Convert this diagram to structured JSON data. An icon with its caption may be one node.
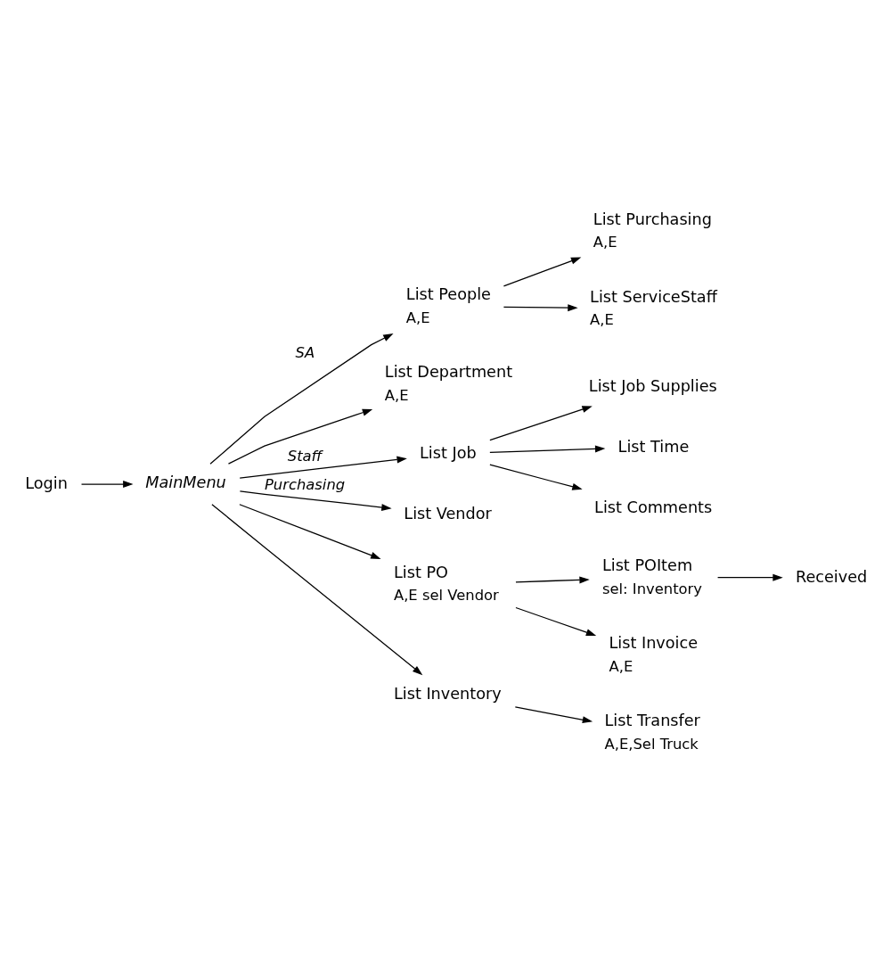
{
  "diagram": {
    "nodes": [
      {
        "text": [
          "MainMenu"
        ]
      },
      {
        "text": [
          "Login"
        ]
      },
      {
        "text": [
          "List People"
        ],
        "beside": [
          "A,E"
        ]
      },
      {
        "text": [
          "List Purchasing"
        ],
        "beside": [
          "A,E"
        ]
      },
      {
        "text": [
          "List ServiceStaff"
        ],
        "beside": [
          "A,E"
        ]
      },
      {
        "text": [
          "List Department"
        ],
        "beside": [
          "A,E"
        ]
      },
      {
        "text": [
          "List Job"
        ]
      },
      {
        "text": [
          "List Job Supplies"
        ]
      },
      {
        "text": [
          "List Time"
        ]
      },
      {
        "text": [
          "List Comments"
        ]
      },
      {
        "text": [
          "List Vendor"
        ]
      },
      {
        "text": [
          "List PO"
        ],
        "beside": [
          "A,E sel Vendor"
        ]
      },
      {
        "text": [
          "List POItem"
        ],
        "beside": [
          "sel: Inventory"
        ]
      },
      {
        "text": [
          "Received"
        ]
      },
      {
        "text": [
          "List Invoice"
        ],
        "beside": [
          "A,E"
        ]
      },
      {
        "text": [
          "List Inventory"
        ]
      },
      {
        "text": [
          "List Transfer"
        ],
        "beside": [
          "A,E,Sel Truck"
        ]
      }
    ],
    "edges": [
      {
        "from": 1,
        "to": 0,
        "arrow": "to"
      },
      {
        "from": 0,
        "to": 2,
        "arrow": "to",
        "label": "SA"
      },
      {
        "from": 2,
        "to": 3,
        "arrow": "to"
      },
      {
        "from": 2,
        "to": 4,
        "arrow": "to"
      },
      {
        "from": 0,
        "to": 5,
        "arrow": "to"
      },
      {
        "from": 0,
        "to": 6,
        "arrow": "to",
        "label": "Staff"
      },
      {
        "from": 6,
        "to": 7,
        "arrow": "to"
      },
      {
        "from": 6,
        "to": 8,
        "arrow": "to"
      },
      {
        "from": 6,
        "to": 9,
        "arrow": "to"
      },
      {
        "from": 0,
        "to": 10,
        "arrow": "to",
        "label": "Purchasing"
      },
      {
        "from": 0,
        "to": 11,
        "arrow": "to"
      },
      {
        "from": 11,
        "to": 12,
        "arrow": "to"
      },
      {
        "from": 12,
        "to": 13,
        "arrow": "to"
      },
      {
        "from": 11,
        "to": 14,
        "arrow": "to"
      },
      {
        "from": 0,
        "to": 15,
        "arrow": "to"
      },
      {
        "from": 15,
        "to": 16,
        "arrow": "to"
      }
    ]
  }
}
